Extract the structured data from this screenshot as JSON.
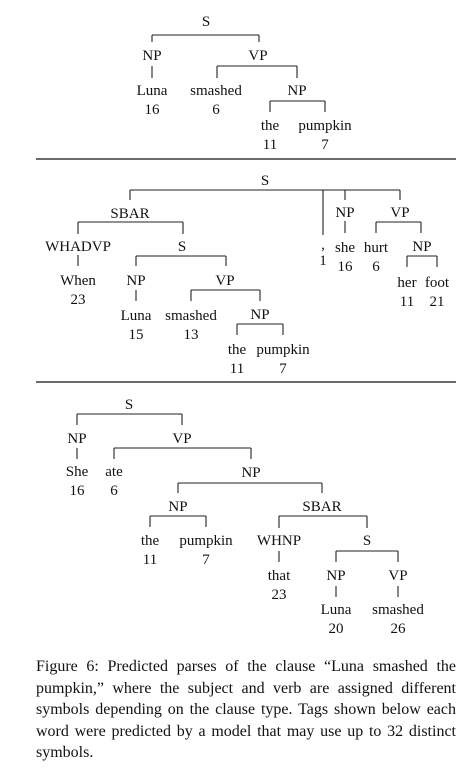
{
  "trees": [
    {
      "labels": {
        "s": "S",
        "np_subj": "NP",
        "vp": "VP",
        "np_obj": "NP",
        "w_luna": "Luna",
        "t_luna": "16",
        "w_smashed": "smashed",
        "t_smashed": "6",
        "w_the": "the",
        "t_the": "11",
        "w_pumpkin": "pumpkin",
        "t_pumpkin": "7"
      }
    },
    {
      "labels": {
        "s": "S",
        "sbar": "SBAR",
        "whadvp": "WHADVP",
        "s_inner": "S",
        "np_inner": "NP",
        "vp_inner": "VP",
        "np_inner_obj": "NP",
        "np_she": "NP",
        "vp_hurt": "VP",
        "np_foot": "NP",
        "w_when": "When",
        "t_when": "23",
        "w_luna": "Luna",
        "t_luna": "15",
        "w_smashed": "smashed",
        "t_smashed": "13",
        "w_the": "the",
        "t_the": "11",
        "w_pumpkin": "pumpkin",
        "t_pumpkin": "7",
        "w_comma": ",",
        "t_comma": "1",
        "w_she": "she",
        "t_she": "16",
        "w_hurt": "hurt",
        "t_hurt": "6",
        "w_her": "her",
        "t_her": "11",
        "w_foot": "foot",
        "t_foot": "21"
      }
    },
    {
      "labels": {
        "s": "S",
        "np_she": "NP",
        "vp": "VP",
        "np_obj": "NP",
        "np_inner": "NP",
        "sbar": "SBAR",
        "whnp": "WHNP",
        "s_inner": "S",
        "np_luna": "NP",
        "vp_smashed": "VP",
        "w_she": "She",
        "t_she": "16",
        "w_ate": "ate",
        "t_ate": "6",
        "w_the": "the",
        "t_the": "11",
        "w_pumpkin": "pumpkin",
        "t_pumpkin": "7",
        "w_that": "that",
        "t_that": "23",
        "w_luna": "Luna",
        "t_luna": "20",
        "w_smashed": "smashed",
        "t_smashed": "26"
      }
    }
  ],
  "caption": "Figure 6: Predicted parses of the clause “Luna smashed the pumpkin,” where the subject and verb are assigned different symbols depending on the clause type. Tags shown below each word were predicted by a model that may use up to 32 distinct symbols."
}
